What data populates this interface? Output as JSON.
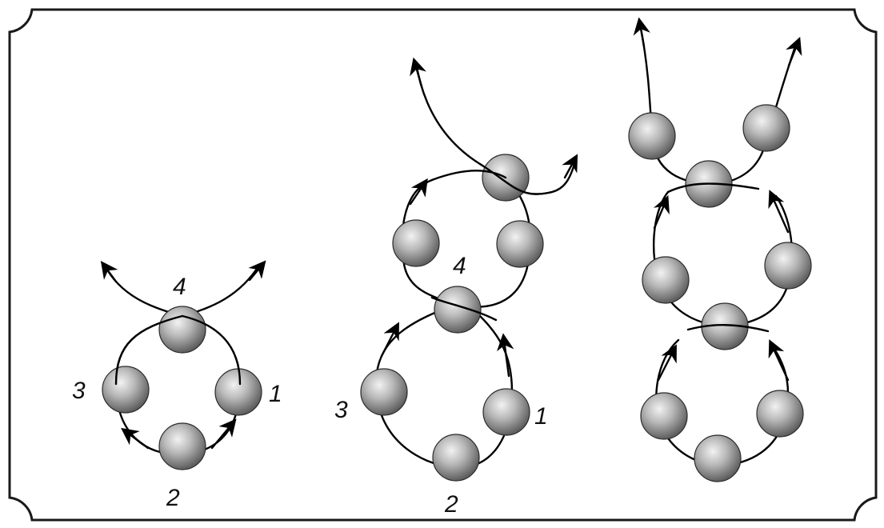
{
  "colors": {
    "frame": "#1a1a1a",
    "bead_light": "#e8e8e8",
    "bead_dark": "#6f6f6f",
    "path": "#000000"
  },
  "diagrams": [
    {
      "labels": {
        "one": "1",
        "two": "2",
        "three": "3",
        "four": "4"
      }
    },
    {
      "labels": {
        "one": "1",
        "two": "2",
        "three": "3",
        "four": "4"
      }
    },
    {
      "labels": {}
    }
  ]
}
